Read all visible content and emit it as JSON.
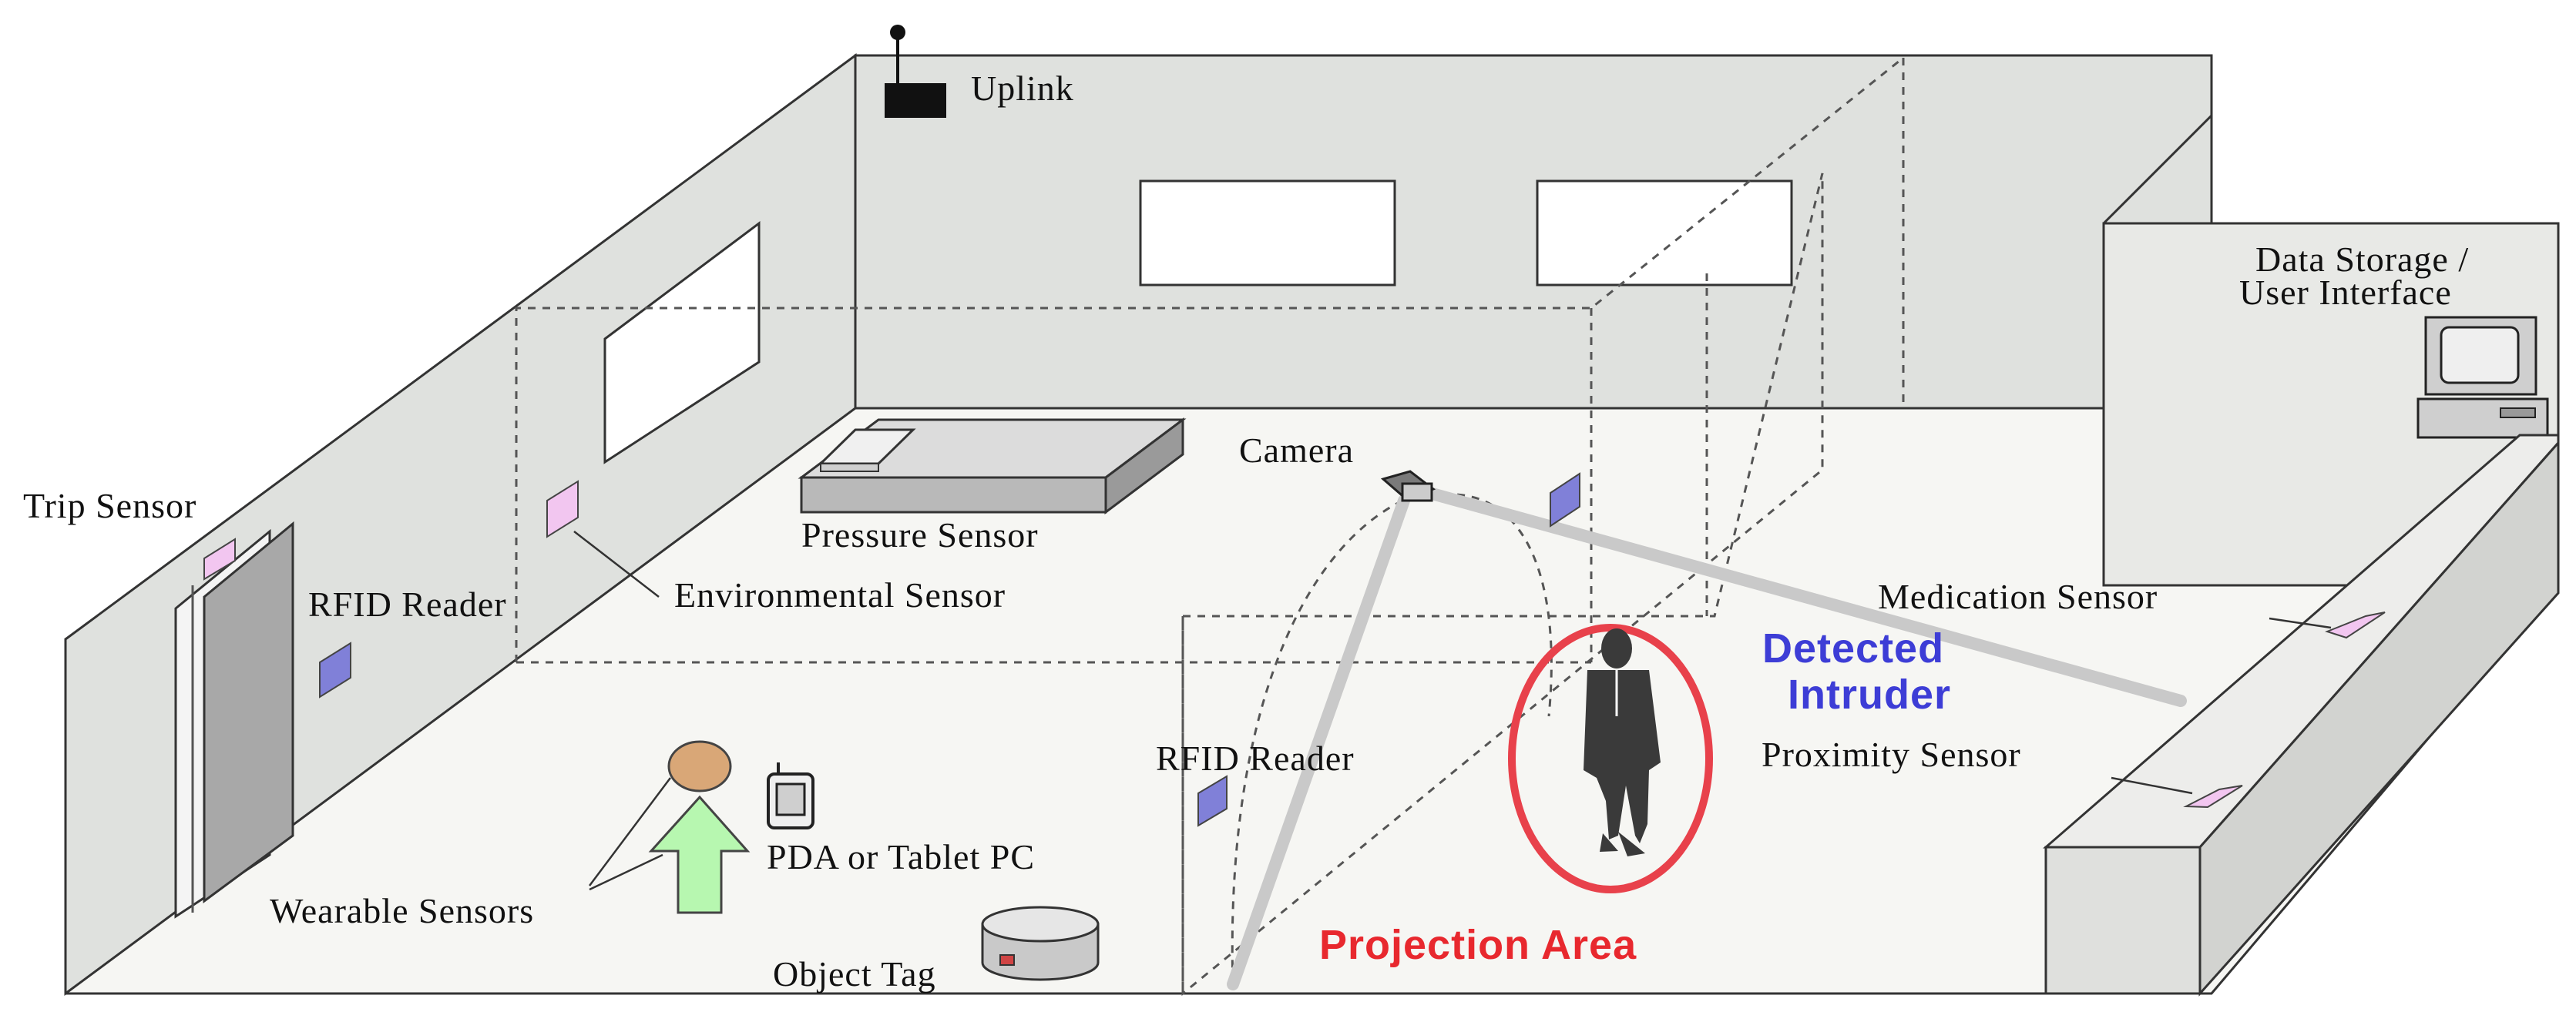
{
  "labels": {
    "uplink": "Uplink",
    "data_storage_line1": "Data Storage /",
    "data_storage_line2": "User Interface",
    "trip_sensor": "Trip Sensor",
    "rfid_reader_left": "RFID Reader",
    "environmental_sensor": "Environmental Sensor",
    "pressure_sensor": "Pressure Sensor",
    "camera": "Camera",
    "medication_sensor": "Medication Sensor",
    "detected_intruder_line1": "Detected",
    "detected_intruder_line2": "Intruder",
    "proximity_sensor": "Proximity Sensor",
    "rfid_reader_center": "RFID Reader",
    "wearable_sensors": "Wearable Sensors",
    "pda_tablet": "PDA or Tablet PC",
    "object_tag": "Object Tag",
    "projection_area": "Projection Area"
  },
  "colors": {
    "wall": "#dfe1de",
    "floor": "#f6f6f3",
    "sensor_pink": "#f2c6f0",
    "sensor_blue": "#8080d8",
    "intruder_circle": "#e8414b",
    "intruder_text": "#3d3dd6",
    "projection_text": "#e8282e",
    "person_head": "#d9a777",
    "person_body": "#b7f7b0",
    "camera_beam": "#c9c9c9"
  },
  "icons": [
    "uplink-antenna-icon",
    "computer-monitor-icon",
    "camera-icon",
    "person-icon",
    "pda-icon",
    "intruder-silhouette-icon",
    "bed-icon"
  ]
}
